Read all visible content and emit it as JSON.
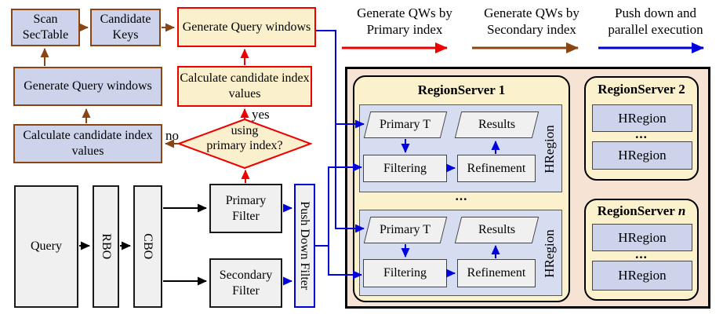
{
  "flowchart": {
    "scan_sectable": "Scan SecTable",
    "candidate_keys": "Candidate Keys",
    "generate_query_windows_primary": "Generate Query windows",
    "calculate_candidate_primary": "Calculate candidate index values",
    "generate_query_windows_secondary": "Generate Query windows",
    "calculate_candidate_secondary": "Calculate candidate index values",
    "decision_line1": "using",
    "decision_line2": "primary index?",
    "yes_label": "yes",
    "no_label": "no",
    "query": "Query",
    "rbo": "RBO",
    "cbo": "CBO",
    "primary_filter": "Primary Filter",
    "secondary_filter": "Secondary Filter",
    "push_down_filter": "Push Down Filter"
  },
  "legend": [
    {
      "line1": "Generate QWs by",
      "line2": "Primary index",
      "arrow_color": "#ee0000"
    },
    {
      "line1": "Generate QWs by",
      "line2": "Secondary index",
      "arrow_color": "#8b4513"
    },
    {
      "line1": "Push down and",
      "line2": "parallel execution",
      "arrow_color": "#0000dd"
    }
  ],
  "cluster": {
    "regionserver1": {
      "title": "RegionServer 1",
      "hregion_label": "HRegion",
      "ellipsis": "...",
      "pipeline": {
        "primary_t": "Primary T",
        "results": "Results",
        "filtering": "Filtering",
        "refinement": "Refinement"
      }
    },
    "regionserver2": {
      "title": "RegionServer 2",
      "hregion": "HRegion",
      "ellipsis": "..."
    },
    "regionserver_n": {
      "title_prefix": "RegionServer ",
      "title_n": "n",
      "hregion": "HRegion",
      "ellipsis": "..."
    },
    "ellipsis_between_servers": "..."
  },
  "colors": {
    "primary_index_red": "#ee0000",
    "secondary_index_brown": "#8b4513",
    "pushdown_blue": "#0000dd",
    "lavender_fill": "#ccd3eb",
    "cream_fill": "#fbf1cd",
    "peach_fill": "#f7e3d4",
    "gray_fill": "#f0f0f0",
    "hregion_fill": "#d7ddf0"
  }
}
